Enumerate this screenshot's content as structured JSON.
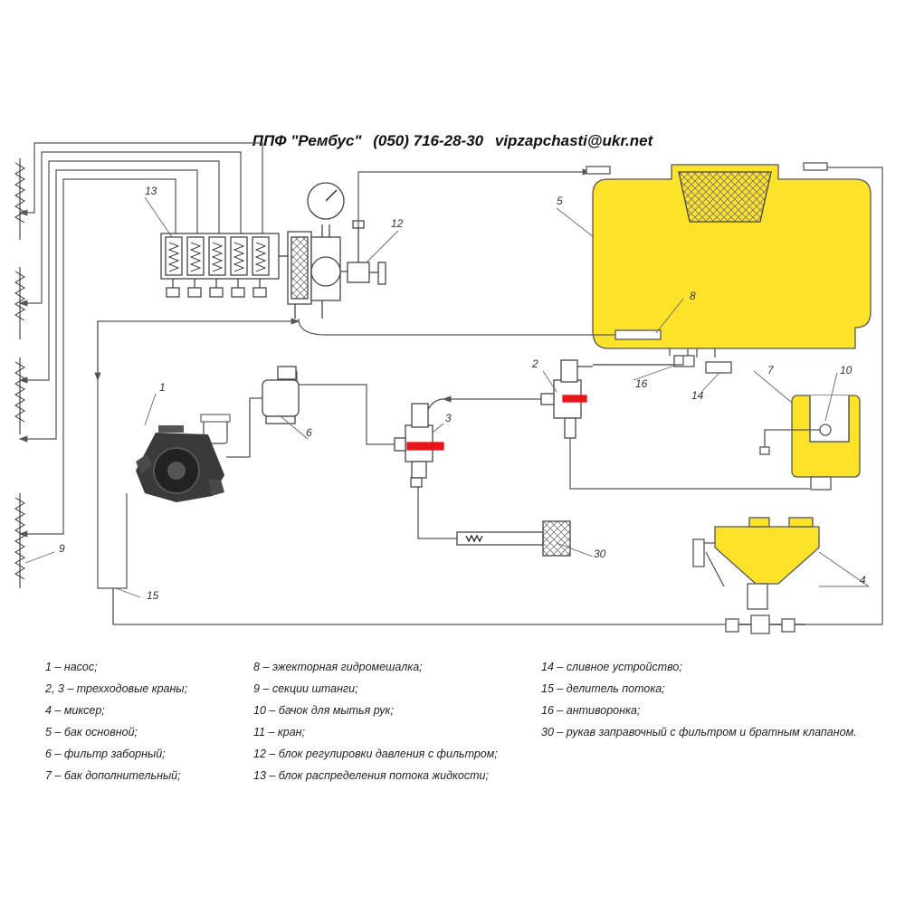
{
  "header": {
    "company": "ППФ \"Рембус\"",
    "phone": "(050) 716-28-30",
    "email": "vipzapchasti@ukr.net"
  },
  "callouts": {
    "c1": "1",
    "c2": "2",
    "c3": "3",
    "c4": "4",
    "c5": "5",
    "c6": "6",
    "c7": "7",
    "c8": "8",
    "c9": "9",
    "c10": "10",
    "c12": "12",
    "c13": "13",
    "c14": "14",
    "c15": "15",
    "c16": "16",
    "c30": "30"
  },
  "legend": {
    "col1": [
      "1 – насос;",
      "2, 3 – трехходовые краны;",
      "4 – миксер;",
      "5 – бак основной;",
      "6 – фильтр заборный;",
      "7 – бак дополнительный;"
    ],
    "col2": [
      "8 – эжекторная гидромешалка;",
      "9 – секции штанги;",
      "10 – бачок для мытья рук;",
      "11 – кран;",
      "12 – блок регулировки давления с фильтром;",
      "13 – блок распределения потока жидкости;"
    ],
    "col3": [
      "14 – сливное устройство;",
      "15 – делитель потока;",
      "16 – антиворонка;",
      "30 – рукав заправочный с фильтром и братным клапаном."
    ]
  },
  "colors": {
    "tank_fill": "#FDE22A",
    "line": "#555555",
    "valve_marker": "#E8161B",
    "pump_dark": "#2E2E2E"
  }
}
